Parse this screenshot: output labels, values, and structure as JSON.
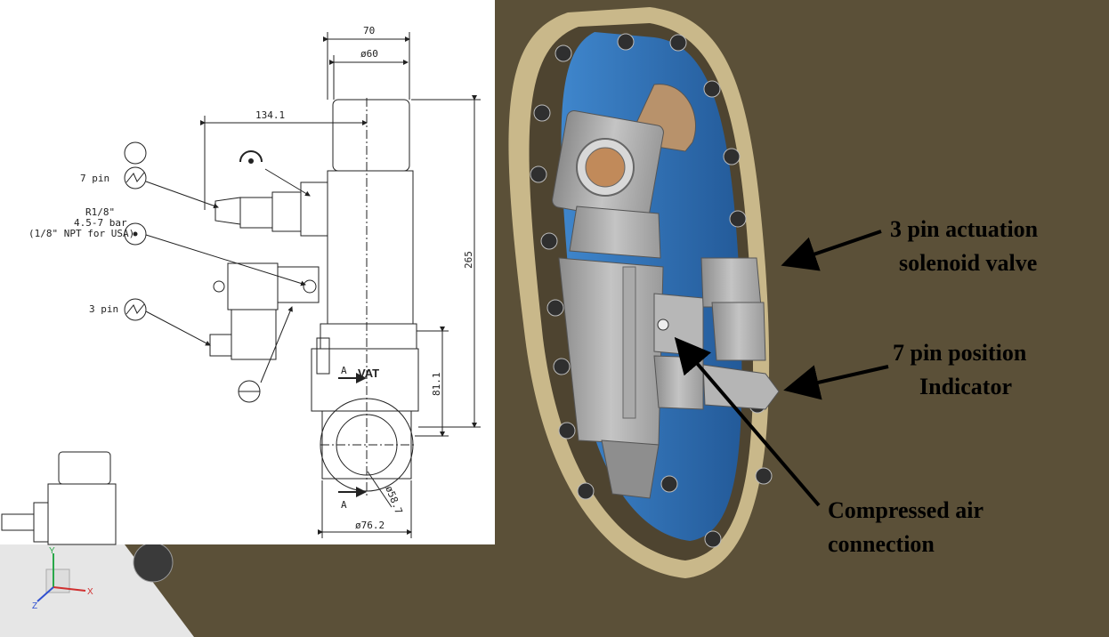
{
  "drawing": {
    "dimensions": {
      "width_total": "70",
      "body_diameter": "ø60",
      "offset": "134.1",
      "height_total": "265",
      "flange_height": "81.1",
      "bore_diameter": "ø58.7",
      "flange_diameter": "ø76.2"
    },
    "labels": {
      "pin7": "7 pin",
      "air_line1": "R1/8\"",
      "air_line2": "4.5-7 bar",
      "air_line3": "(1/8\" NPT for USA)",
      "pin3": "3 pin",
      "section_top": "A",
      "section_bottom": "A",
      "brand": "VAT"
    }
  },
  "callouts": {
    "actuation_line1": "3 pin actuation",
    "actuation_line2": "solenoid valve",
    "position_line1": "7 pin position",
    "position_line2": "Indicator",
    "air_line1": "Compressed air",
    "air_line2": "connection"
  },
  "axis_triad": {
    "x": "X",
    "y": "Y",
    "z": "Z"
  },
  "colors": {
    "background": "#5b5038",
    "chamber_blue": "#2e6db0",
    "frame_beige": "#c9b88a",
    "valve_gray": "#a9a9a9",
    "drawing_bg": "#ffffff"
  }
}
